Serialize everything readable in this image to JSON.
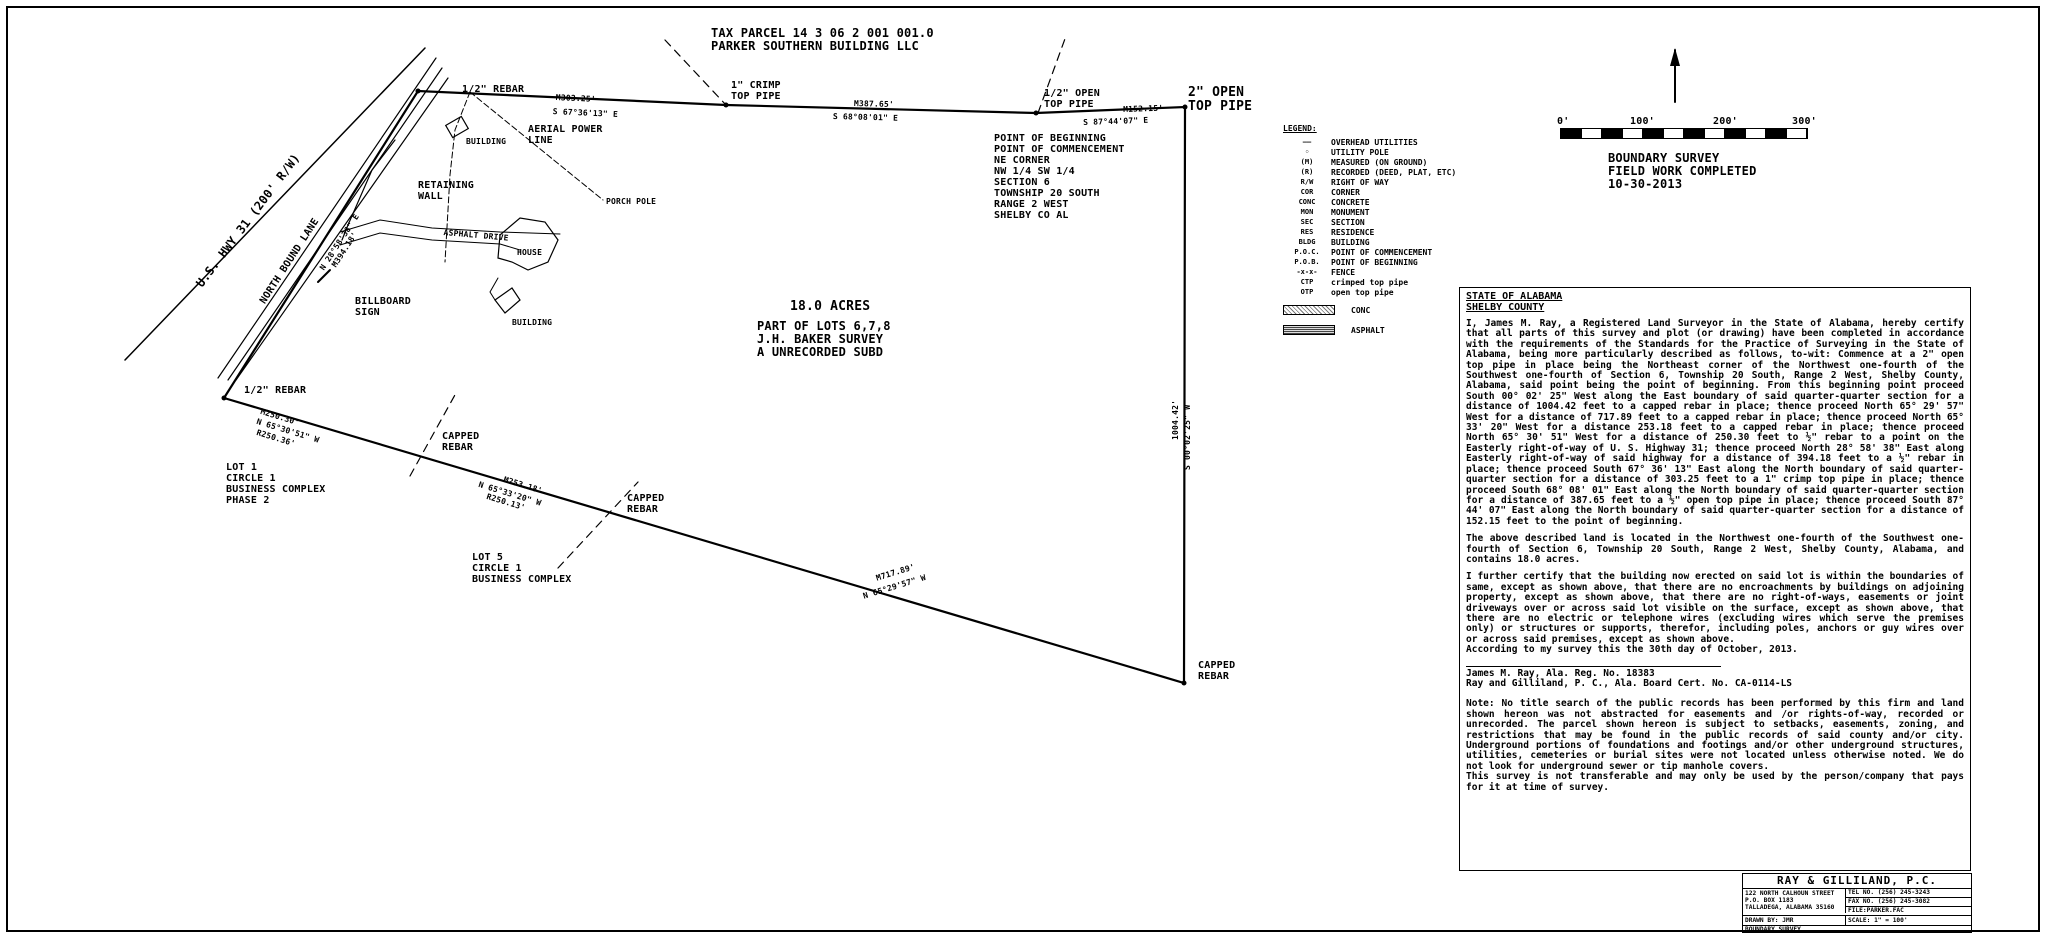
{
  "sheet": {
    "tax_parcel": "TAX PARCEL 14 3 06 2 001 001.0\nPARKER SOUTHERN BUILDING LLC",
    "highway": "U.S. HWY 31 (200' R/W)",
    "lane": "NORTH BOUND LANE",
    "acres": "18.0 ACRES",
    "part_of": "PART OF LOTS 6,7,8\nJ.H. BAKER SURVEY\nA UNRECORDED SUBD",
    "lot1": "LOT 1\nCIRCLE 1\nBUSINESS COMPLEX\nPHASE 2",
    "lot5": "LOT 5\nCIRCLE 1\nBUSINESS COMPLEX",
    "pob": "POINT OF BEGINNING\nPOINT OF COMMENCEMENT\nNE CORNER\nNW 1/4 SW 1/4\nSECTION 6\nTOWNSHIP 20 SOUTH\nRANGE 2 WEST\nSHELBY CO AL"
  },
  "labels": {
    "rebar_top": "1/2\" REBAR",
    "rebar_left": "1/2\" REBAR",
    "crimp": "1\" CRIMP\nTOP PIPE",
    "open_half": "1/2\" OPEN\nTOP PIPE",
    "open_two": "2\" OPEN\nTOP PIPE",
    "aerial": "AERIAL POWER\nLINE",
    "retaining": "RETAINING\nWALL",
    "building1": "BUILDING",
    "building2": "BUILDING",
    "house": "HOUSE",
    "porch": "PORCH POLE",
    "billboard": "BILLBOARD\nSIGN",
    "capped1": "CAPPED\nREBAR",
    "capped2": "CAPPED\nREBAR",
    "capped3": "CAPPED\nREBAR",
    "asphalt_drive": "ASPHALT DRIVE"
  },
  "bearings": {
    "n1": "M303.25'",
    "n1b": "S 67°36'13\" E",
    "n2": "M387.65'",
    "n2b": "S 68°08'01\" E",
    "n3": "M152.15'",
    "n3b": "S 87°44'07\" E",
    "w1": "N 28°58'38\" E",
    "w1b": "M394.18'",
    "s1": "M250.30'",
    "s1b": "N 65°30'51\" W",
    "s1c": "R250.36'",
    "s2": "M253.18'",
    "s2b": "N 65°33'20\" W",
    "s2c": "R250.13'",
    "s3": "M717.89'",
    "s3b": "N 65°29'57\" W",
    "e1": "S 00°02'25\" W",
    "e1b": "1004.42'"
  },
  "legend": {
    "title": "LEGEND:",
    "rows": [
      {
        "sym": "——",
        "txt": "OVERHEAD UTILITIES"
      },
      {
        "sym": "◦",
        "txt": "UTILITY POLE"
      },
      {
        "sym": "(M)",
        "txt": "MEASURED (ON GROUND)"
      },
      {
        "sym": "(R)",
        "txt": "RECORDED (DEED, PLAT, ETC)"
      },
      {
        "sym": "R/W",
        "txt": "RIGHT OF WAY"
      },
      {
        "sym": "COR",
        "txt": "CORNER"
      },
      {
        "sym": "CONC",
        "txt": "CONCRETE"
      },
      {
        "sym": "MON",
        "txt": "MONUMENT"
      },
      {
        "sym": "SEC",
        "txt": "SECTION"
      },
      {
        "sym": "RES",
        "txt": "RESIDENCE"
      },
      {
        "sym": "BLDG",
        "txt": "BUILDING"
      },
      {
        "sym": "P.O.C.",
        "txt": "POINT OF COMMENCEMENT"
      },
      {
        "sym": "P.O.B.",
        "txt": "POINT OF BEGINNING"
      },
      {
        "sym": "-x-x-",
        "txt": "FENCE"
      },
      {
        "sym": "CTP",
        "txt": "crimped top pipe"
      },
      {
        "sym": "OTP",
        "txt": "open top pipe"
      }
    ],
    "conc": "CONC",
    "asphalt": "ASPHALT"
  },
  "scale": {
    "t0": "0'",
    "t100": "100'",
    "t200": "200'",
    "t300": "300'",
    "caption": "BOUNDARY SURVEY\nFIELD WORK COMPLETED\n10-30-2013"
  },
  "certificate": {
    "state": "STATE OF ALABAMA",
    "county": "SHELBY COUNTY",
    "p1": "I, James M. Ray, a Registered Land Surveyor in the State of Alabama, hereby certify that all parts of this survey and plot (or drawing) have been completed in accordance with the requirements of the Standards for the Practice of Surveying in the State of Alabama, being more particularly described as follows, to-wit: Commence at a 2\" open top pipe in place being the Northeast corner of the Northwest one-fourth of the Southwest one-fourth of Section 6, Township 20 South, Range 2 West, Shelby County, Alabama, said point being the point of beginning. From this beginning point proceed South 00° 02' 25\" West along the East boundary of said quarter-quarter section for a distance of 1004.42 feet to a capped rebar in place; thence proceed North 65° 29' 57\" West for a distance of 717.89 feet to a capped rebar in place; thence proceed North 65° 33' 20\" West for a distance 253.18 feet to a capped rebar in place; thence proceed North 65° 30' 51\" West for a distance of 250.30 feet to ½\" rebar to a point on the Easterly right-of-way of U. S. Highway 31; thence proceed North 28° 58' 38\" East along Easterly right-of-way of said highway for a distance of 394.18 feet to a ½\" rebar in place; thence proceed South 67° 36' 13\" East along the North boundary of said quarter-quarter section for a distance of 303.25 feet to a 1\" crimp top pipe in place; thence proceed South 68° 08' 01\" East along the North boundary of said quarter-quarter section for a distance of 387.65 feet to a ½\" open top pipe in place; thence proceed South 87° 44' 07\" East along the North boundary of said quarter-quarter section for a distance of 152.15 feet to the point of beginning.",
    "p2": "The above described land is located in the Northwest one-fourth of the Southwest one-fourth of Section 6, Township 20 South, Range 2 West, Shelby County, Alabama, and contains 18.0 acres.",
    "p3": "I further certify that the building now erected on said lot is within the boundaries of same, except as shown above, that there are no encroachments by buildings on adjoining property, except as shown above, that there are no right-of-ways, easements or joint driveways over or across said lot visible on the surface, except as shown above, that there are no electric or telephone wires (excluding wires which serve the premises only) or structures or supports, therefor, including poles, anchors or guy wires over or across said premises, except as shown above.",
    "p4": "According to my survey this the 30th day of October, 2013.",
    "sig1": "James M. Ray, Ala. Reg. No. 18383",
    "sig2": "Ray and Gilliland, P. C.,   Ala. Board Cert. No. CA-0114-LS",
    "note": "Note: No title search of the public records has been performed by this firm and land shown hereon was not abstracted for easements and /or rights-of-way, recorded or unrecorded. The parcel shown hereon is subject to setbacks, easements, zoning, and restrictions that may be found in the public records of said county and/or city. Underground portions of foundations and footings and/or other underground structures, utilities, cemeteries or burial sites were not located unless otherwise noted. We do not look for underground sewer or tip manhole covers.\nThis survey is not transferable and may only be used by the person/company that pays for it at time of survey."
  },
  "titleblock": {
    "firm": "RAY & GILLILAND, P.C.",
    "addr": "122 NORTH CALHOUN STREET\nP.O. BOX 1183\nTALLADEGA, ALABAMA 35160",
    "tel": "TEL NO. (256) 245-3243",
    "fax": "FAX NO. (256) 245-3082",
    "file": "FILE:PARKER.FAC",
    "drawn": "DRAWN BY: JMR",
    "scale": "SCALE: 1\" = 100'",
    "type": "BOUNDARY SURVEY"
  }
}
